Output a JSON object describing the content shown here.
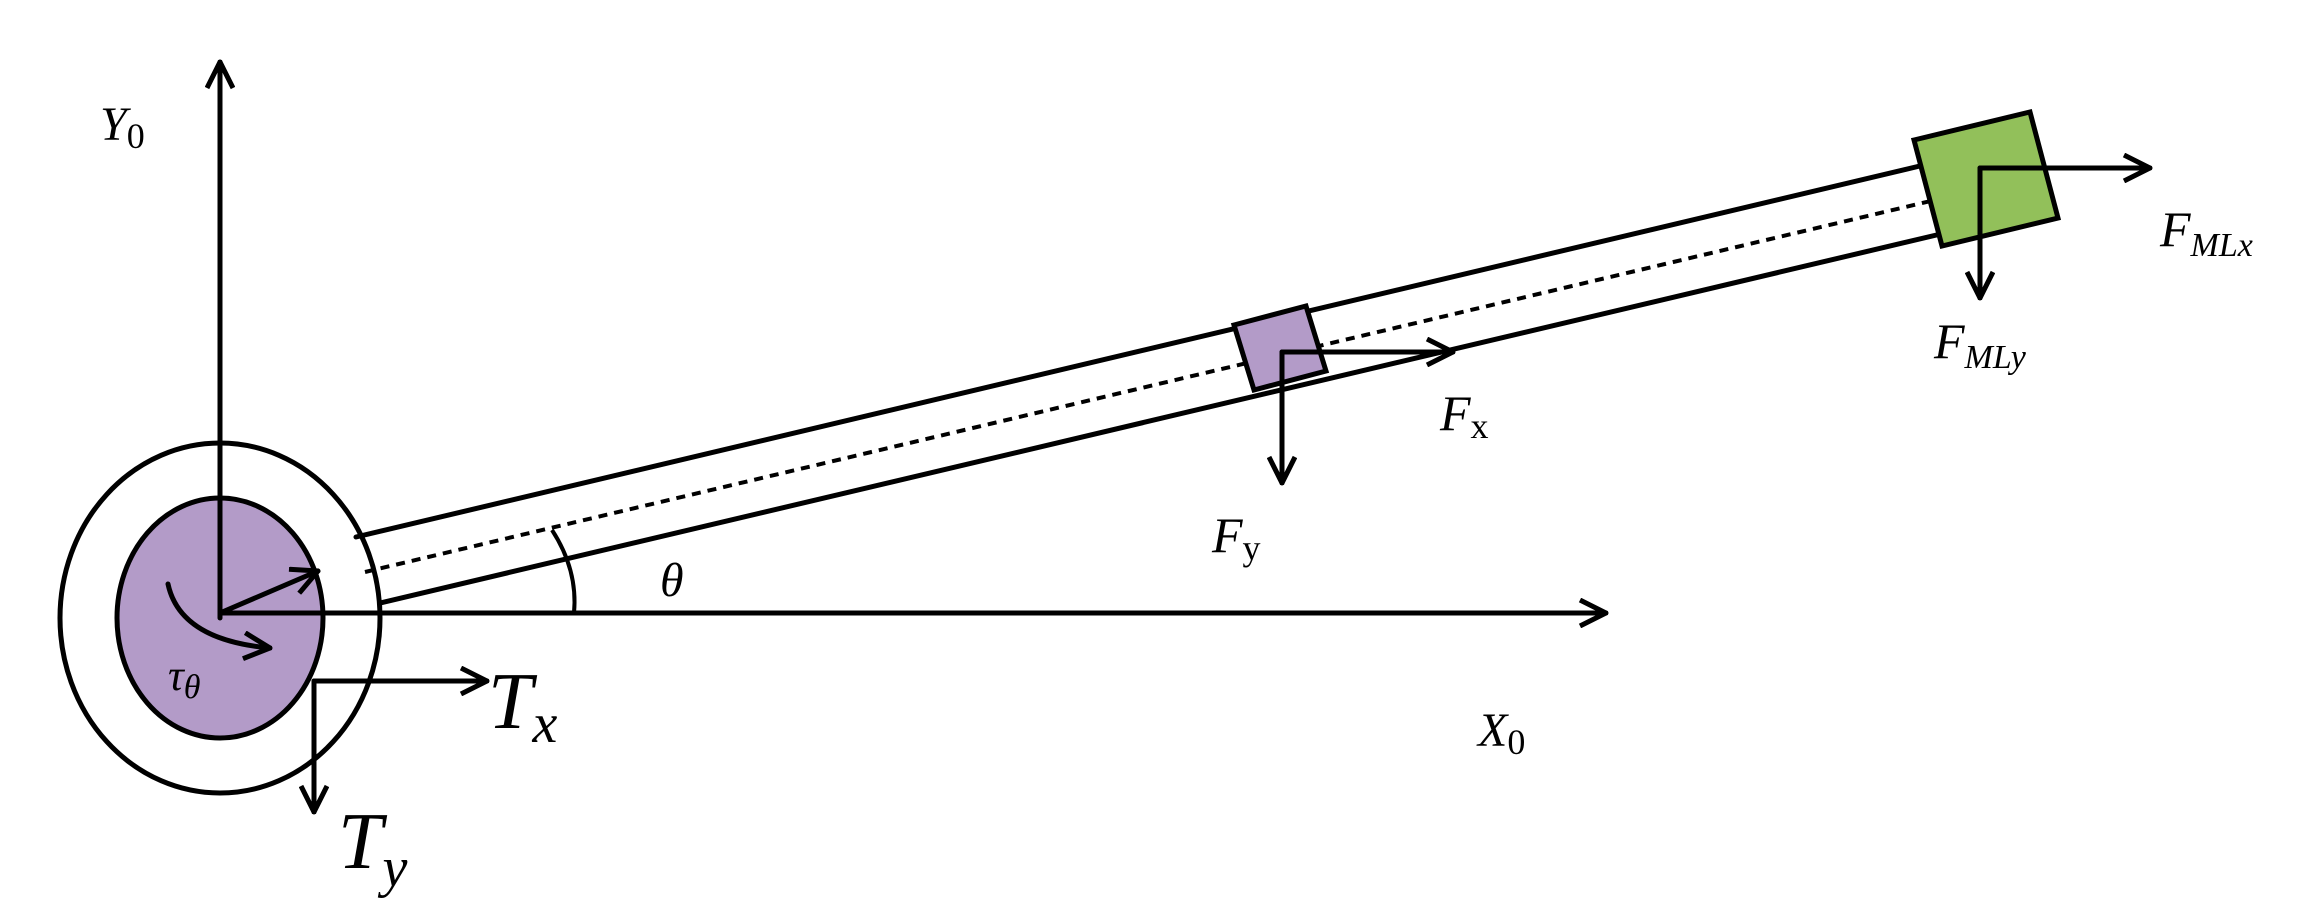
{
  "colors": {
    "hub": "#b39bc8",
    "slider": "#b39bc8",
    "end_mass": "#92c05a",
    "stroke": "#000000"
  },
  "labels": {
    "y_axis": {
      "main": "Y",
      "sub": "0"
    },
    "x_axis": {
      "main": "X",
      "sub": "0"
    },
    "angle": {
      "main": "θ"
    },
    "torque": {
      "main": "τ",
      "sub": "θ"
    },
    "tx": {
      "main": "T",
      "sub": "x"
    },
    "ty": {
      "main": "T",
      "sub": "y"
    },
    "fx": {
      "main": "F",
      "sub": "x"
    },
    "fy": {
      "main": "F",
      "sub": "y"
    },
    "fmlx": {
      "main": "F",
      "sub": "MLx"
    },
    "fmly": {
      "main": "F",
      "sub": "MLy"
    }
  }
}
